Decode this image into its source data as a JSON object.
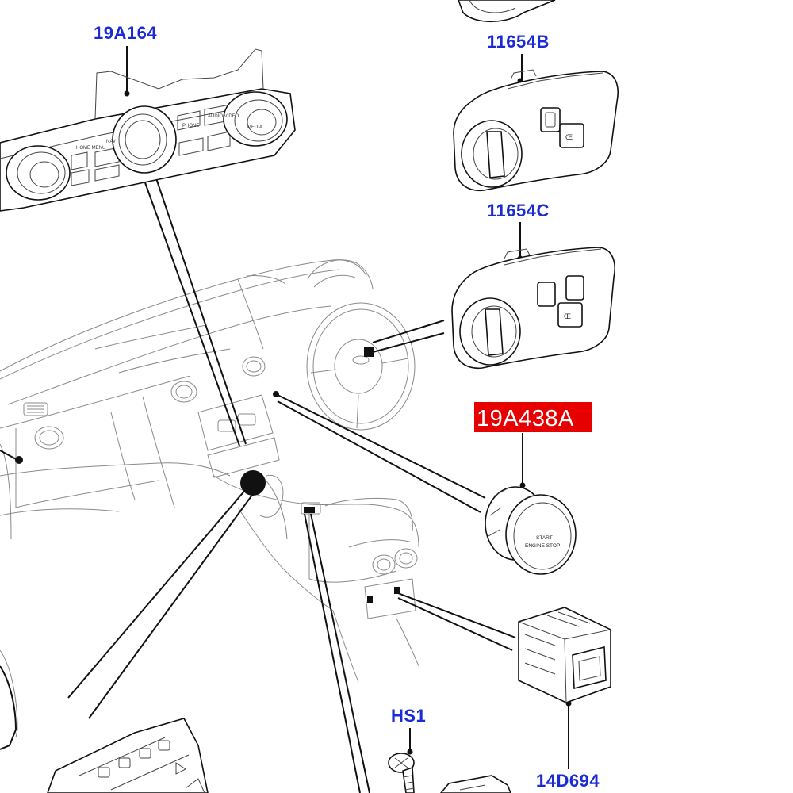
{
  "callouts": {
    "climate_panel": "19A164",
    "light_switch_b": "11654B",
    "light_switch_c": "11654C",
    "start_button": "19A438A",
    "screw": "HS1",
    "seat_switch": "14D694"
  },
  "highlight": {
    "part": "start_button",
    "color": "#e60000"
  },
  "panel_text": {
    "home_menu": "HOME MENU",
    "nav": "NAV",
    "phone": "PHONE",
    "audio_video": "AUDIO VIDEO",
    "media": "MEDIA"
  },
  "start_button_text": {
    "line1": "START",
    "line2": "ENGINE STOP"
  },
  "colors": {
    "label_blue": "#1a2bd6",
    "line": "#111111"
  }
}
